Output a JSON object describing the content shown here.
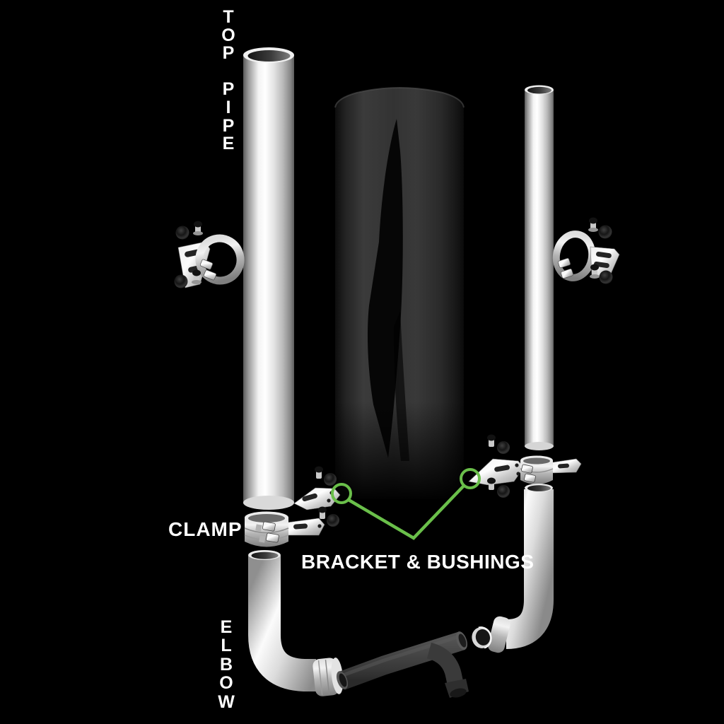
{
  "diagram": {
    "background_color": "#000000",
    "text_color": "#ffffff",
    "callout_color": "#6abf4a",
    "labels": {
      "top_pipe": "TOP PIPE",
      "clamp": "CLAMP",
      "bracket_bushings": "BRACKET & BUSHINGS",
      "elbow": "ELBOW"
    },
    "parts": [
      "left-top-pipe",
      "right-top-pipe",
      "black-muffler-stack",
      "left-mount-clamp-with-bracket",
      "right-mount-clamp-with-bracket",
      "left-exploded-bracket",
      "right-exploded-bracket",
      "rubber-bushings-and-bolts",
      "left-band-clamp",
      "right-band-clamp",
      "left-elbow",
      "right-elbow",
      "pipe-coupler",
      "y-pipe"
    ]
  }
}
